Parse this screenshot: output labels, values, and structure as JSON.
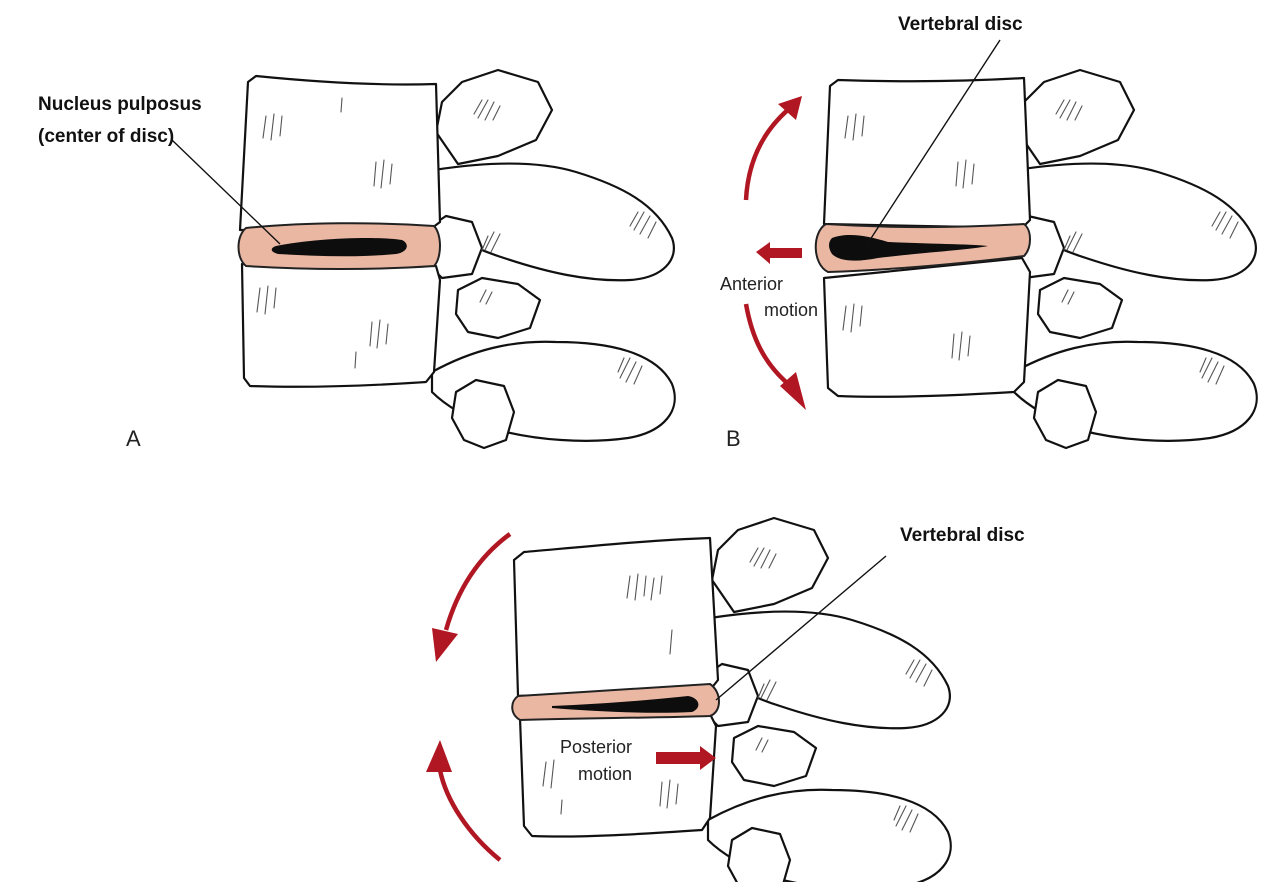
{
  "colors": {
    "disc": "#eab7a3",
    "arrow": "#b01722",
    "bone_outline": "#111111",
    "nucleus": "#0d0d0d"
  },
  "panels": {
    "a": {
      "letter": "A",
      "label_line1": "Nucleus pulposus",
      "label_line2": "(center of disc)"
    },
    "b": {
      "letter": "B",
      "disc_label": "Vertebral disc",
      "motion_line1": "Anterior",
      "motion_line2": "motion"
    },
    "c": {
      "disc_label": "Vertebral disc",
      "motion_line1": "Posterior",
      "motion_line2": "motion"
    }
  }
}
